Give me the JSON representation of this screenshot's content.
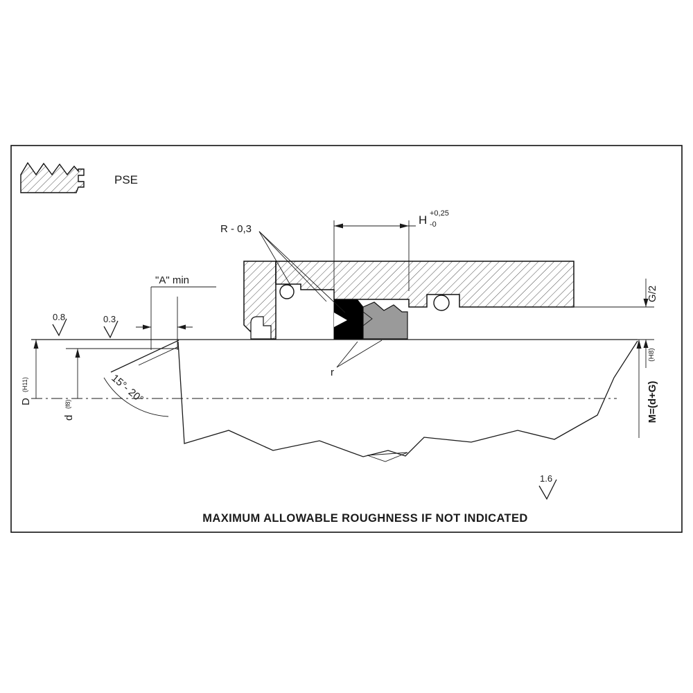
{
  "drawing": {
    "icon_label": "PSE",
    "note_bottom": "MAXIMUM ALLOWABLE ROUGHNESS IF NOT INDICATED",
    "labels": {
      "r_radius": "R - 0,3",
      "h": "H",
      "h_tol_up": "+0,25",
      "h_tol_dn": "-0",
      "a_min": "\"A\" min",
      "g_half": "G/2",
      "m": "M=(d+G)",
      "m_fit": "(H8)",
      "d_big": "D",
      "d_big_fit": "(H11)",
      "d_small": "d",
      "d_small_fit": "(f8)",
      "angle": "15°- 20°",
      "fillet": "r",
      "rough_d": "0.8",
      "rough_chamfer": "0.3",
      "rough_bore": "1.6"
    }
  }
}
